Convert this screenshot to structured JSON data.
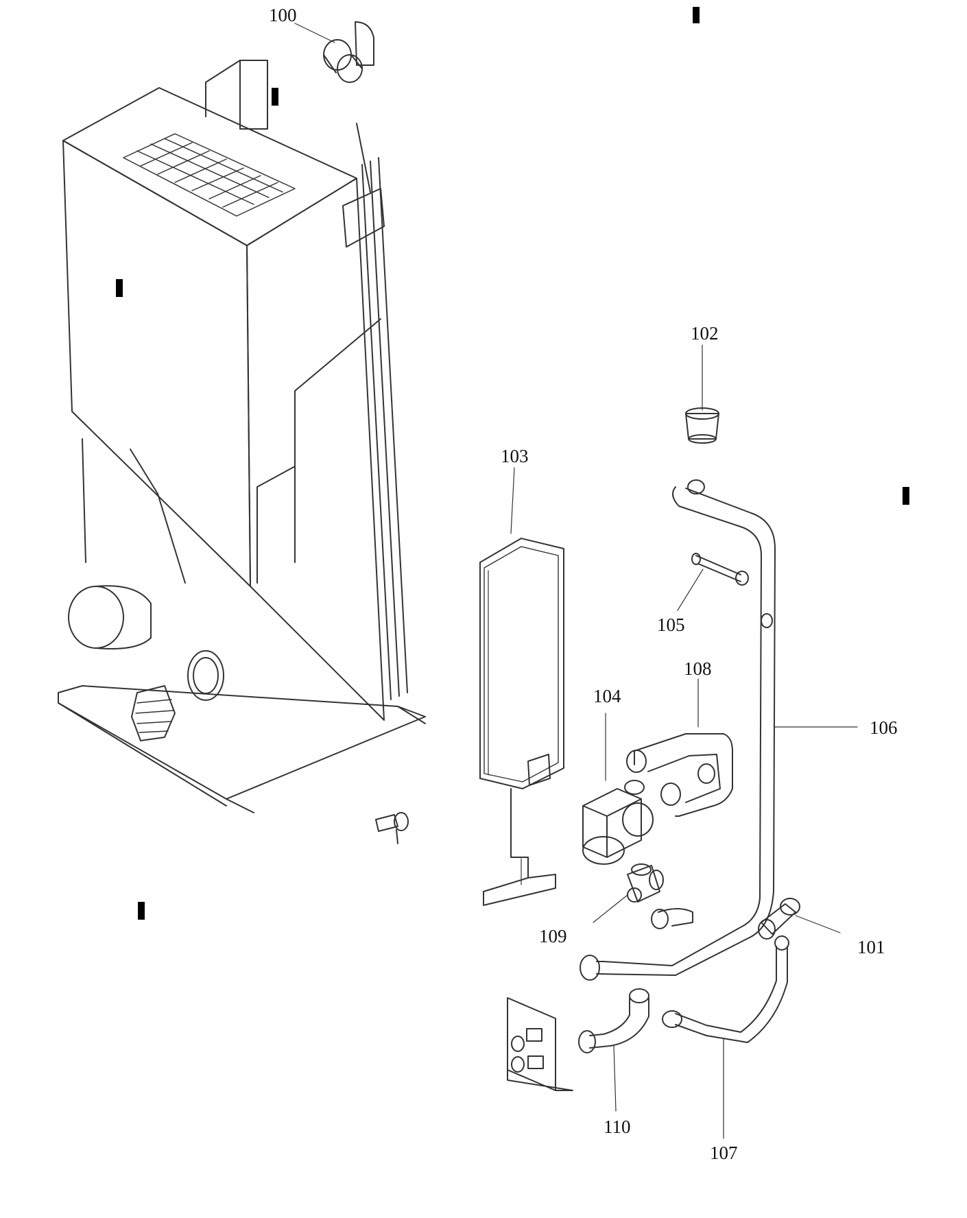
{
  "diagram": {
    "callouts": [
      {
        "id": "c100",
        "label": "100"
      },
      {
        "id": "c101",
        "label": "101"
      },
      {
        "id": "c102",
        "label": "102"
      },
      {
        "id": "c103",
        "label": "103"
      },
      {
        "id": "c104",
        "label": "104"
      },
      {
        "id": "c105",
        "label": "105"
      },
      {
        "id": "c106",
        "label": "106"
      },
      {
        "id": "c107",
        "label": "107"
      },
      {
        "id": "c108",
        "label": "108"
      },
      {
        "id": "c109",
        "label": "109"
      },
      {
        "id": "c110",
        "label": "110"
      }
    ],
    "colors": {
      "line": "#333333",
      "ink": "#111111",
      "background": "#ffffff"
    }
  }
}
